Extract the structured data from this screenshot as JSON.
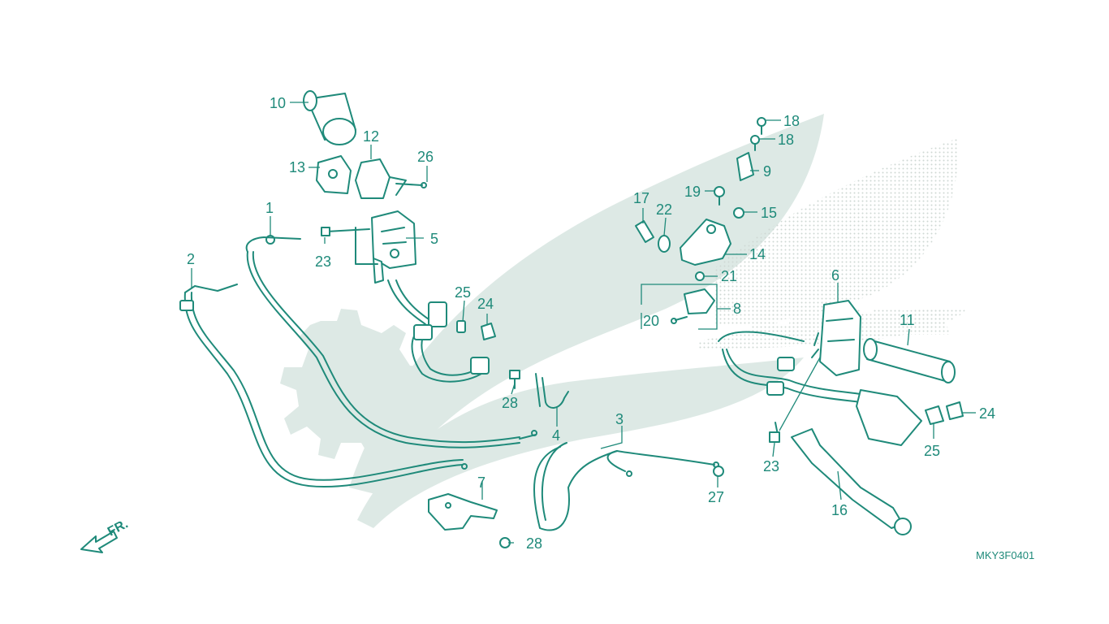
{
  "diagram": {
    "drawing_code": "MKY3F0401",
    "direction_label": "FR.",
    "watermark": {
      "brand": "HONDA",
      "kind": "wing-logo"
    },
    "colors": {
      "line": "#1f8a7a",
      "watermark": "#dde9e5",
      "background": "#ffffff"
    },
    "callouts": {
      "c1": "1",
      "c2": "2",
      "c3": "3",
      "c4": "4",
      "c5": "5",
      "c6": "6",
      "c7": "7",
      "c8": "8",
      "c9": "9",
      "c10": "10",
      "c11": "11",
      "c12": "12",
      "c13": "13",
      "c14": "14",
      "c15": "15",
      "c16": "16",
      "c17": "17",
      "c18a": "18",
      "c18b": "18",
      "c19": "19",
      "c20": "20",
      "c21": "21",
      "c22": "22",
      "c23a": "23",
      "c23b": "23",
      "c24a": "24",
      "c24b": "24",
      "c25a": "25",
      "c25b": "25",
      "c26": "26",
      "c27": "27",
      "c28a": "28",
      "c28b": "28"
    }
  }
}
